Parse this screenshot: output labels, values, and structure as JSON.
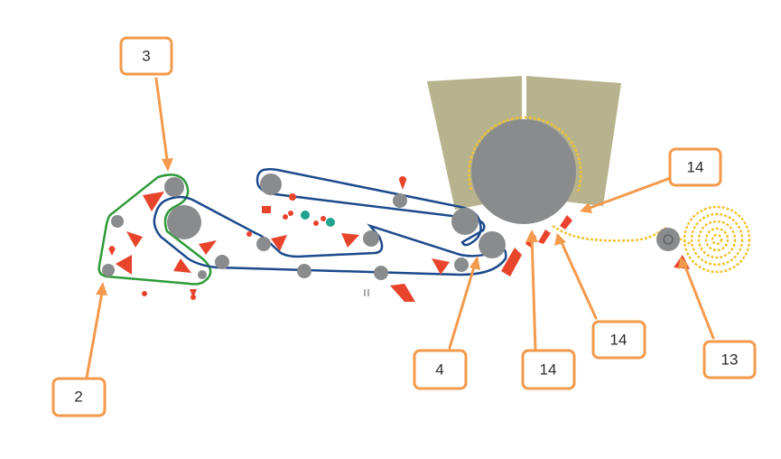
{
  "diagram": {
    "colors": {
      "felt_green": "#2e9b3a",
      "felt_blue": "#1c4a8c",
      "roll": "#8a8b8d",
      "component": "#e8442c",
      "accent_teal": "#1fa38e",
      "hood": "#b7b38e",
      "paper_web": "#f2c230",
      "callout": "#f39a4c"
    },
    "callouts": [
      {
        "id": "c3",
        "label": "3"
      },
      {
        "id": "c2",
        "label": "2"
      },
      {
        "id": "c4",
        "label": "4"
      },
      {
        "id": "c14a",
        "label": "14"
      },
      {
        "id": "c14b",
        "label": "14"
      },
      {
        "id": "c14c",
        "label": "14"
      },
      {
        "id": "c13",
        "label": "13"
      }
    ]
  }
}
